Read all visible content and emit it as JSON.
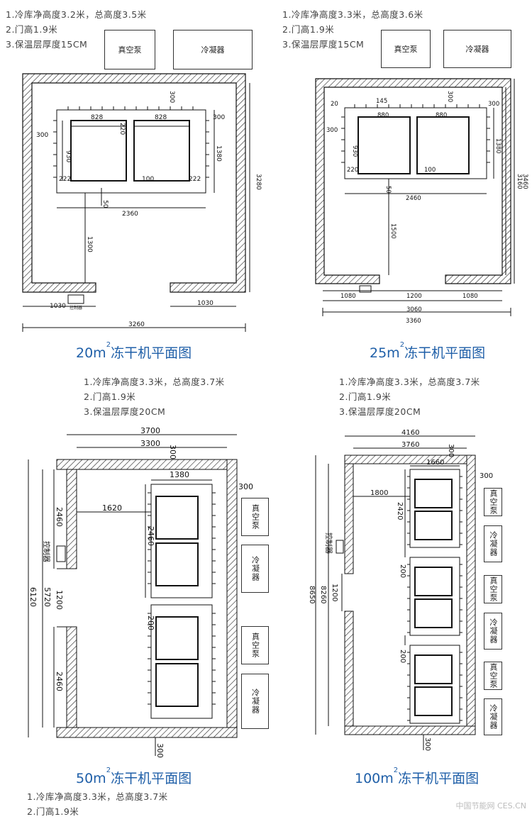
{
  "plans": [
    {
      "id": "20",
      "notes": [
        "1.冷库净高度3.2米，总高度3.5米",
        "2.门高1.9米",
        "3.保温层厚度15CM"
      ],
      "title_num": "20m",
      "title_sup": "2",
      "title_text": "冻干机平面图",
      "equipment": [
        "真空泵",
        "冷凝器"
      ],
      "control_label": "控制器",
      "dims": {
        "outer_width": "3260",
        "height": "3280",
        "left_seg": "1030",
        "right_seg": "1030",
        "rack_width": "2360",
        "shelf_a": "828",
        "shelf_b": "828",
        "gap_a": "220",
        "gap_b": "300",
        "side_l": "300",
        "side_r": "300",
        "depth": "930",
        "rack_h": "1380",
        "bot_l": "222",
        "bot_r": "222",
        "gap_mid": "100",
        "gap_c": "50",
        "aisle": "1300"
      }
    },
    {
      "id": "25",
      "notes": [
        "1.冷库净高度3.3米，总高度3.6米",
        "2.门高1.9米",
        "3.保温层厚度15CM"
      ],
      "title_num": "25m",
      "title_sup": "2",
      "title_text": "冻干机平面图",
      "equipment": [
        "真空泵",
        "冷凝器"
      ],
      "dims": {
        "outer_width": "3360",
        "inner_width": "3060",
        "left_seg": "1080",
        "door": "1200",
        "right_seg": "1080",
        "height_a": "3460",
        "height_b": "3160",
        "rack_width": "2460",
        "shelf_a": "880",
        "shelf_b": "880",
        "top_a": "145",
        "top_b": "20",
        "gap_a": "300",
        "side_l": "300",
        "side_r": "300",
        "depth": "930",
        "rack_h": "1380",
        "bot_l": "220",
        "gap_mid": "100",
        "gap_c": "50",
        "aisle": "1500"
      }
    },
    {
      "id": "50",
      "notes": [
        "1.冷库净高度3.3米，总高度3.7米",
        "2.门高1.9米",
        "3.保温层厚度20CM"
      ],
      "title_num": "50m",
      "title_sup": "2",
      "title_text": "冻干机平面图",
      "equipment": [
        "真空泵",
        "冷凝器",
        "真空泵",
        "冷凝器"
      ],
      "control_label": "控制器",
      "dims": {
        "outer_width": "3700",
        "inner_width": "3300",
        "top_gap": "300",
        "rack_width": "1380",
        "rack_gap": "300",
        "aisle": "1620",
        "seg_top": "2460",
        "seg_door": "1200",
        "seg_bot": "2460",
        "inner_h": "5720",
        "outer_h": "6120",
        "rack_h": "2460",
        "rack_sep": "200",
        "bot_gap": "300"
      }
    },
    {
      "id": "100",
      "notes": [
        "1.冷库净高度3.3米，总高度3.7米",
        "2.门高1.9米",
        "3.保温层厚度20CM"
      ],
      "title_num": "100m",
      "title_sup": "2",
      "title_text": "冻干机平面图",
      "equipment": [
        "真空泵",
        "冷凝器",
        "真空泵",
        "冷凝器",
        "真空泵",
        "冷凝器"
      ],
      "control_label": "控制器",
      "dims": {
        "outer_width": "4160",
        "inner_width": "3760",
        "top_gap": "300",
        "rack_width": "1660",
        "rack_gap": "300",
        "aisle": "1800",
        "rack_h": "2420",
        "sep_a": "200",
        "sep_b": "200",
        "door": "1200",
        "inner_h": "8260",
        "outer_h": "8650",
        "bot_gap": "300"
      }
    }
  ],
  "bottom_notes": [
    "1.冷库净高度3.3米，总高度3.7米",
    "2.门高1.9米"
  ],
  "watermark": "中国节能网 CES.CN"
}
